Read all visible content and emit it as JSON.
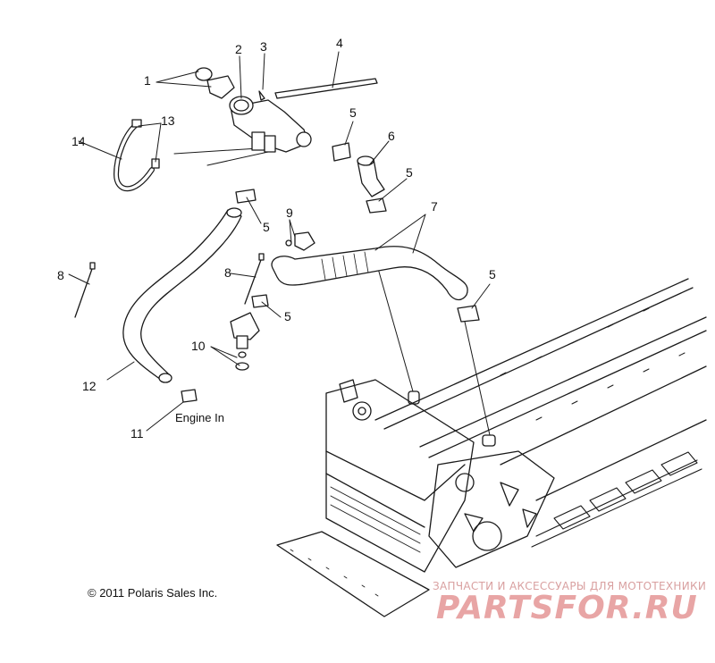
{
  "callouts": [
    "1",
    "2",
    "3",
    "4",
    "5",
    "5",
    "5",
    "5",
    "5",
    "6",
    "7",
    "8",
    "8",
    "9",
    "10",
    "11",
    "12",
    "13",
    "14"
  ],
  "notes": {
    "engine_in": "Engine In"
  },
  "copyright": "© 2011 Polaris Sales Inc.",
  "watermark": {
    "tagline": "ЗАПЧАСТИ И АКСЕССУАРЫ ДЛЯ МОТОТЕХНИКИ",
    "logo": "PARTSFOR.RU"
  },
  "colors": {
    "line": "#1a1a1a",
    "fill": "#ffffff",
    "watermark": "#e8a5a5"
  }
}
